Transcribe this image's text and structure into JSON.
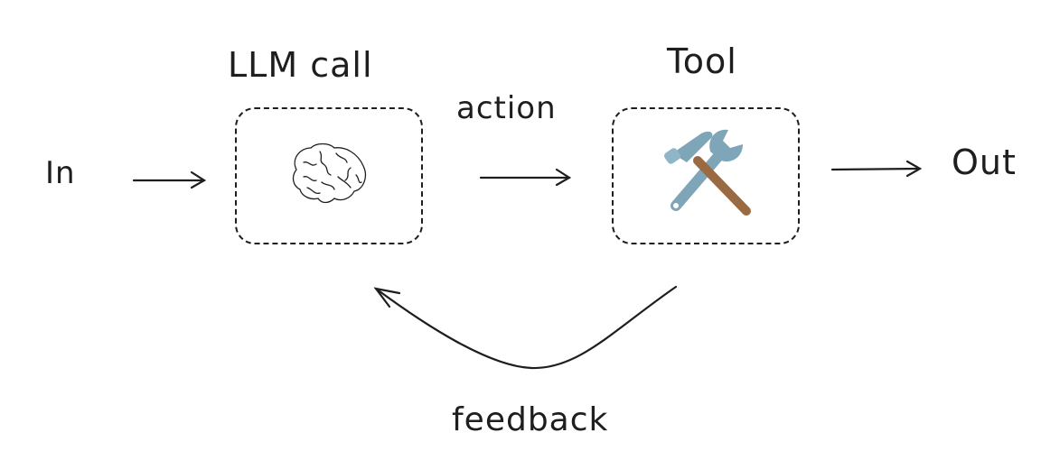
{
  "diagram": {
    "nodes": {
      "input": {
        "label": "In"
      },
      "llm": {
        "label": "LLM call",
        "icon": "brain-icon"
      },
      "tool": {
        "label": "Tool",
        "icon": "hammer-and-wrench-icon"
      },
      "output": {
        "label": "Out"
      }
    },
    "edges": {
      "in_to_llm": {
        "from": "In",
        "to": "LLM call",
        "label": ""
      },
      "llm_to_tool": {
        "from": "LLM call",
        "to": "Tool",
        "label": "action"
      },
      "tool_to_out": {
        "from": "Tool",
        "to": "Out",
        "label": ""
      },
      "tool_to_llm": {
        "from": "Tool",
        "to": "LLM call",
        "label": "feedback"
      }
    },
    "colors": {
      "stroke": "#1e1e1e",
      "tool_metal": "#7fa6b8",
      "tool_handle": "#9a6a43"
    }
  }
}
